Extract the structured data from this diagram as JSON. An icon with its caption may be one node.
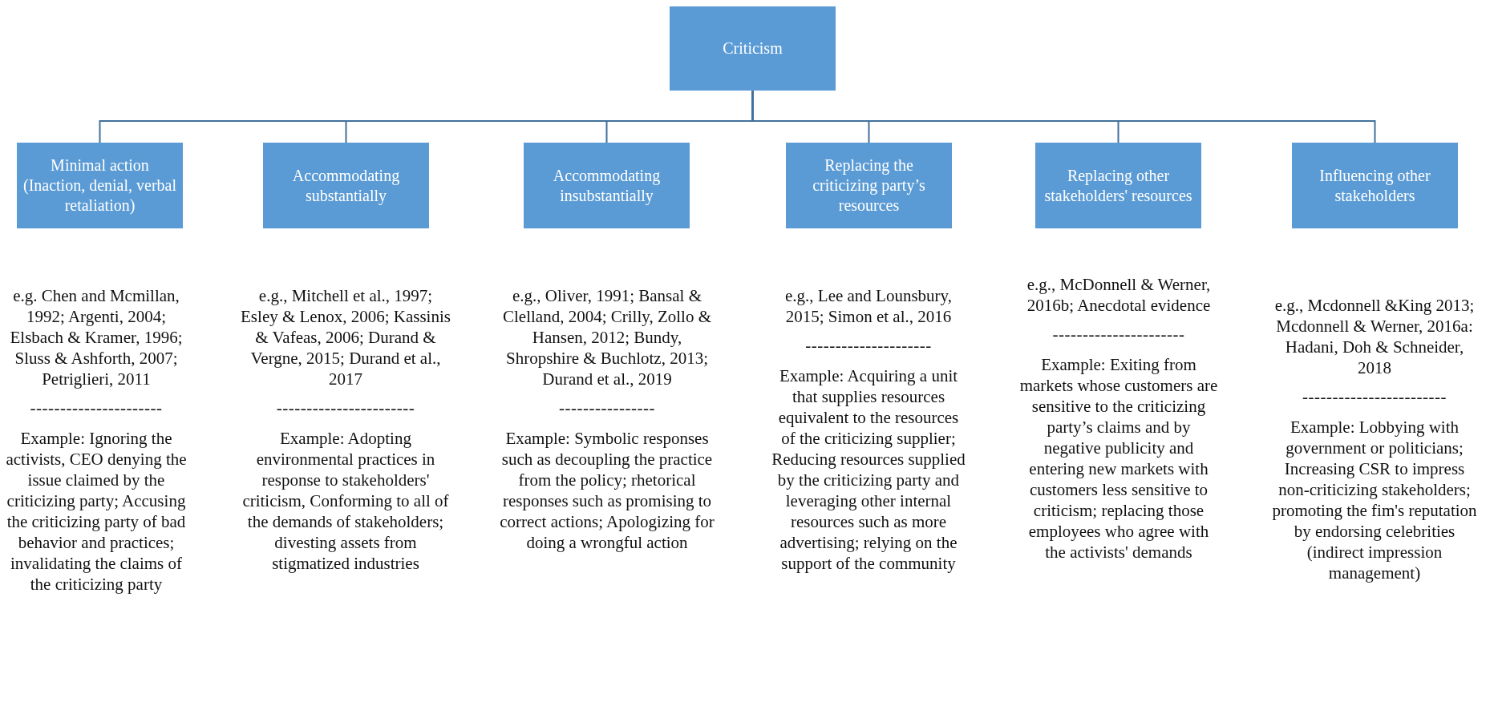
{
  "diagram": {
    "nodes": [
      {
        "text": [
          "Criticism"
        ]
      },
      {
        "text": [
          "Minimal action (Inaction, denial, verbal retaliation)"
        ]
      },
      {
        "text": [
          "Accommodating substantially"
        ]
      },
      {
        "text": [
          "Accommodating insubstantially"
        ]
      },
      {
        "text": [
          "Replacing the criticizing party’s resources"
        ]
      },
      {
        "text": [
          "Replacing other stakeholders' resources"
        ]
      },
      {
        "text": [
          "Influencing other stakeholders"
        ]
      }
    ],
    "edges": [
      {
        "from": 0,
        "to": 1,
        "arrow": "none"
      },
      {
        "from": 0,
        "to": 2,
        "arrow": "none"
      },
      {
        "from": 0,
        "to": 3,
        "arrow": "none"
      },
      {
        "from": 0,
        "to": 4,
        "arrow": "none"
      },
      {
        "from": 0,
        "to": 5,
        "arrow": "none"
      },
      {
        "from": 0,
        "to": 6,
        "arrow": "none"
      }
    ],
    "labels": [
      "e.g. Chen and Mcmillan, 1992; Argenti, 2004; Elsbach & Kramer, 1996; Sluss & Ashforth, 2007; Petriglieri, 2011",
      "----------------------",
      "Example: Ignoring the activists, CEO denying the issue claimed by the criticizing party; Accusing the criticizing party of bad behavior and practices; invalidating the claims of the criticizing party",
      "e.g., Mitchell et al., 1997; Esley & Lenox, 2006; Kassinis & Vafeas, 2006; Durand & Vergne, 2015; Durand et al., 2017",
      "-----------------------",
      "Example: Adopting environmental practices in response to stakeholders' criticism, Conforming to all of the demands of stakeholders; divesting assets from stigmatized industries",
      "e.g., Oliver, 1991; Bansal & Clelland, 2004; Crilly, Zollo & Hansen, 2012; Bundy, Shropshire & Buchlotz, 2013; Durand et al., 2019",
      "----------------",
      "Example: Symbolic responses such as decoupling the practice from the policy; rhetorical responses such as promising to correct actions; Apologizing for doing a wrongful action",
      "e.g., Lee and Lounsbury, 2015; Simon et al., 2016",
      "---------------------",
      "Example: Acquiring a unit that supplies resources equivalent to the resources of the criticizing supplier; Reducing resources supplied by the criticizing party and leveraging other internal resources such as more advertising; relying on the support of the community",
      "e.g., McDonnell & Werner, 2016b; Anecdotal evidence",
      "----------------------",
      "Example: Exiting from markets whose customers are sensitive to the criticizing party’s claims and by negative publicity and entering new markets with customers less sensitive to criticism; replacing those employees who agree with the activists' demands",
      "e.g., Mcdonnell &King 2013; Mcdonnell & Werner, 2016a: Hadani, Doh & Schneider, 2018",
      "------------------------",
      "Example: Lobbying with government or politicians; Increasing CSR to impress non-criticizing stakeholders; promoting the fim's reputation by endorsing celebrities (indirect impression management)"
    ]
  }
}
